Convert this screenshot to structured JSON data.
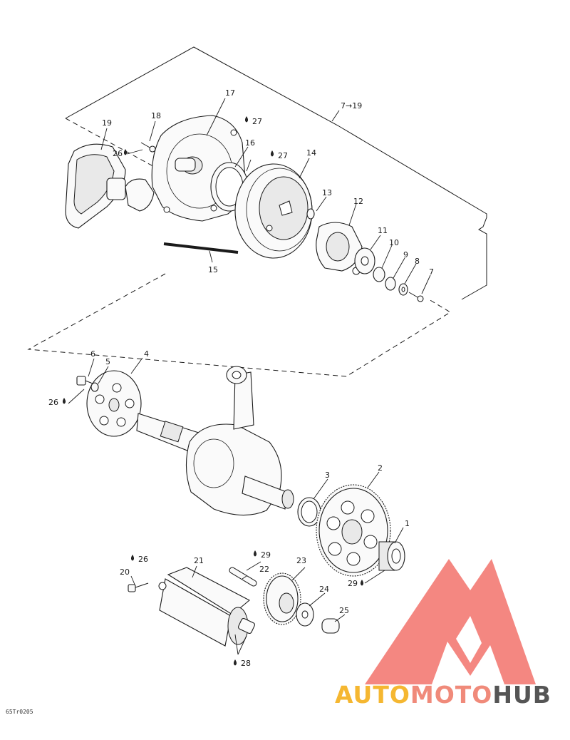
{
  "callouts": [
    {
      "id": "c1",
      "text": "1"
    },
    {
      "id": "c2",
      "text": "2"
    },
    {
      "id": "c3",
      "text": "3"
    },
    {
      "id": "c4",
      "text": "4"
    },
    {
      "id": "c5",
      "text": "5"
    },
    {
      "id": "c6",
      "text": "6"
    },
    {
      "id": "c7",
      "text": "7"
    },
    {
      "id": "c8",
      "text": "8"
    },
    {
      "id": "c9",
      "text": "9"
    },
    {
      "id": "c10",
      "text": "10"
    },
    {
      "id": "c11",
      "text": "11"
    },
    {
      "id": "c12",
      "text": "12"
    },
    {
      "id": "c13",
      "text": "13"
    },
    {
      "id": "c14",
      "text": "14"
    },
    {
      "id": "c15",
      "text": "15"
    },
    {
      "id": "c16",
      "text": "16"
    },
    {
      "id": "c17",
      "text": "17"
    },
    {
      "id": "c18",
      "text": "18"
    },
    {
      "id": "c19",
      "text": "19"
    },
    {
      "id": "c20",
      "text": "20"
    },
    {
      "id": "c21",
      "text": "21"
    },
    {
      "id": "c22",
      "text": "22"
    },
    {
      "id": "c23",
      "text": "23"
    },
    {
      "id": "c24",
      "text": "24"
    },
    {
      "id": "c25",
      "text": "25"
    },
    {
      "id": "c26a",
      "text": "26"
    },
    {
      "id": "c26b",
      "text": "26"
    },
    {
      "id": "c26c",
      "text": "26"
    },
    {
      "id": "c27a",
      "text": "27"
    },
    {
      "id": "c27b",
      "text": "27"
    },
    {
      "id": "c28",
      "text": "28"
    },
    {
      "id": "c29a",
      "text": "29"
    },
    {
      "id": "c29b",
      "text": "29"
    }
  ],
  "group_label": "7→19",
  "drawing_code": "65Tr0205",
  "watermark": {
    "parts": [
      "AUTO",
      "MOTO",
      "HUB"
    ],
    "colors": [
      "#f5b731",
      "#f08a7a",
      "#555555"
    ],
    "logo_color": "#f3817a"
  }
}
